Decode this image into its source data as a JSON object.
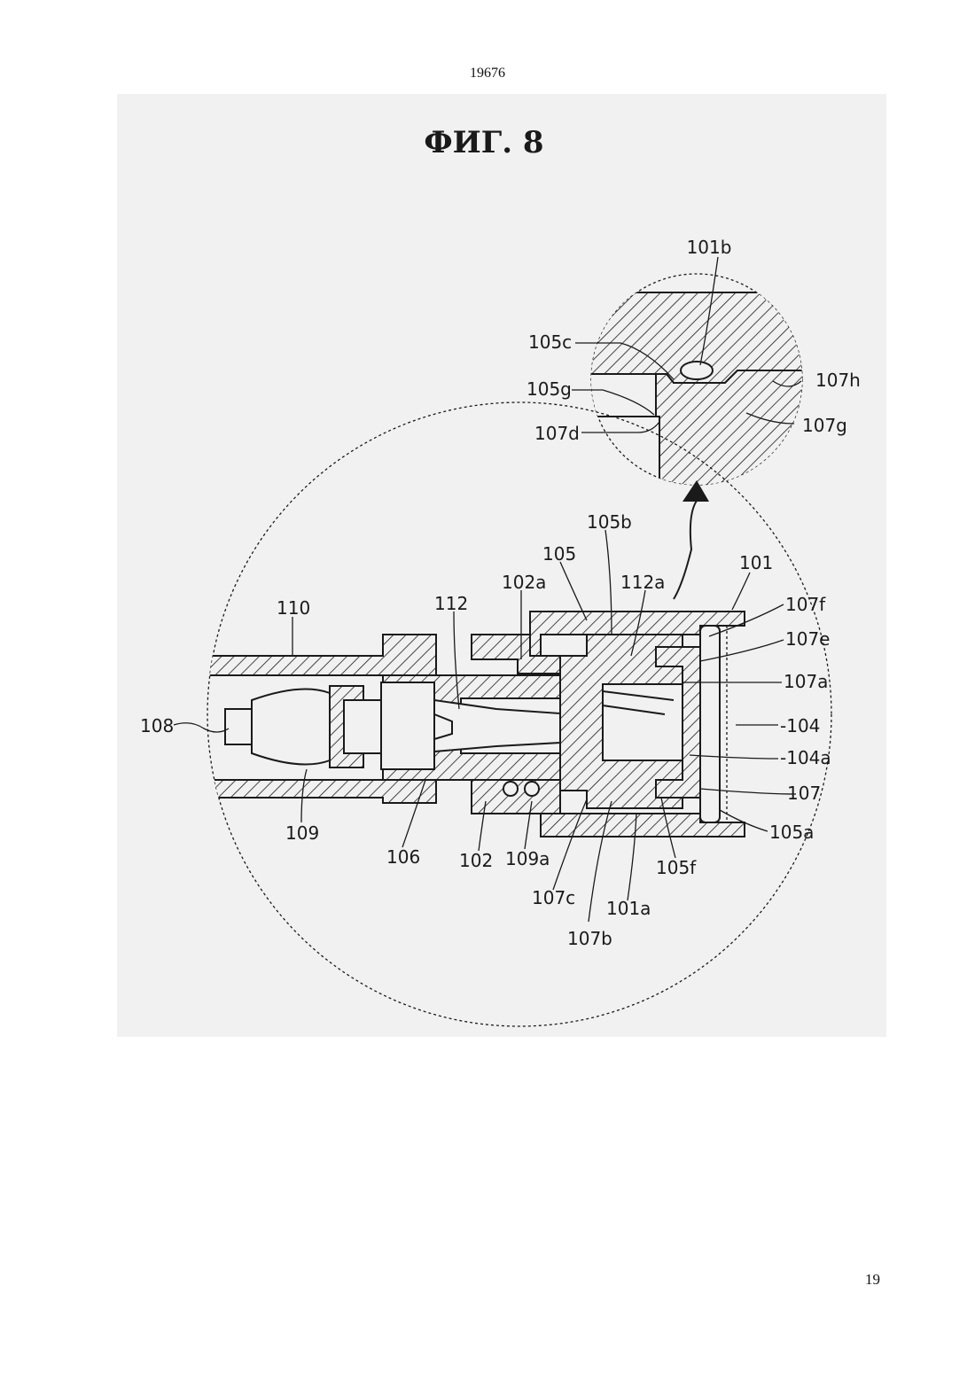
{
  "header": {
    "doc_number": "19676"
  },
  "figure": {
    "title": "ФИГ. 8",
    "detail_labels": {
      "l101b": "101b",
      "l105c": "105c",
      "l105g": "105g",
      "l107d": "107d",
      "l107h": "107h",
      "l107g": "107g"
    },
    "main_labels": {
      "l105b": "105b",
      "l105": "105",
      "l101": "101",
      "l102a": "102a",
      "l112a": "112a",
      "l112": "112",
      "l110": "110",
      "l107f": "107f",
      "l107e": "107e",
      "l107a": "107a",
      "l108": "108",
      "l104": "-104",
      "l104a": "-104a",
      "l107": "107",
      "l105a": "105a",
      "l109": "109",
      "l106": "106",
      "l102": "102",
      "l109a": "109a",
      "l105f": "105f",
      "l107c": "107c",
      "l101a": "101a",
      "l107b": "107b"
    }
  },
  "footer": {
    "page_number": "19"
  }
}
